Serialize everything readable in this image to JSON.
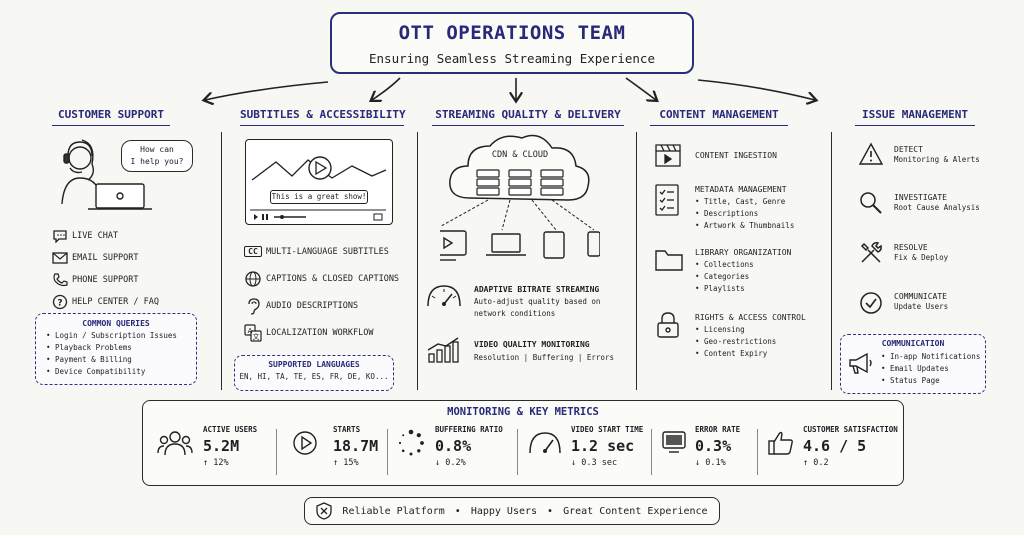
{
  "title": "OTT OPERATIONS TEAM",
  "subtitle": "Ensuring Seamless Streaming Experience",
  "customer_support": {
    "heading": "CUSTOMER SUPPORT",
    "bubble_line1": "How can",
    "bubble_line2": "I help you?",
    "items": [
      "LIVE CHAT",
      "EMAIL SUPPORT",
      "PHONE SUPPORT",
      "HELP CENTER / FAQ"
    ],
    "queries_title": "COMMON QUERIES",
    "queries": [
      "Login / Subscription Issues",
      "Playback Problems",
      "Payment & Billing",
      "Device Compatibility"
    ]
  },
  "subtitles": {
    "heading": "SUBTITLES & ACCESSIBILITY",
    "caption_text": "This is a great show!",
    "cc_label": "CC",
    "items": [
      "MULTI-LANGUAGE SUBTITLES",
      "CAPTIONS & CLOSED CAPTIONS",
      "AUDIO DESCRIPTIONS",
      "LOCALIZATION WORKFLOW"
    ],
    "languages_title": "SUPPORTED LANGUAGES",
    "languages": "EN, HI, TA, TE, ES, FR, DE, KO..."
  },
  "streaming": {
    "heading": "STREAMING QUALITY & DELIVERY",
    "cloud_label": "CDN & CLOUD",
    "abr_title": "ADAPTIVE BITRATE STREAMING",
    "abr_desc1": "Auto-adjust quality based on",
    "abr_desc2": "network conditions",
    "vqm_title": "VIDEO QUALITY MONITORING",
    "vqm_desc": "Resolution | Buffering | Errors"
  },
  "content": {
    "heading": "CONTENT MANAGEMENT",
    "ingestion": "CONTENT INGESTION",
    "metadata_title": "METADATA MANAGEMENT",
    "metadata_items": [
      "Title, Cast, Genre",
      "Descriptions",
      "Artwork & Thumbnails"
    ],
    "library_title": "LIBRARY ORGANIZATION",
    "library_items": [
      "Collections",
      "Categories",
      "Playlists"
    ],
    "rights_title": "RIGHTS & ACCESS CONTROL",
    "rights_items": [
      "Licensing",
      "Geo-restrictions",
      "Content Expiry"
    ]
  },
  "issues": {
    "heading": "ISSUE MANAGEMENT",
    "steps": [
      {
        "title": "DETECT",
        "desc": "Monitoring & Alerts"
      },
      {
        "title": "INVESTIGATE",
        "desc": "Root Cause Analysis"
      },
      {
        "title": "RESOLVE",
        "desc": "Fix & Deploy"
      },
      {
        "title": "COMMUNICATE",
        "desc": "Update Users"
      }
    ],
    "comm_title": "COMMUNICATION",
    "comm_items": [
      "In-app Notifications",
      "Email Updates",
      "Status Page"
    ]
  },
  "metrics": {
    "title": "MONITORING & KEY METRICS",
    "items": [
      {
        "label": "ACTIVE USERS",
        "value": "5.2M",
        "delta": "↑ 12%"
      },
      {
        "label": "STARTS",
        "value": "18.7M",
        "delta": "↑ 15%"
      },
      {
        "label": "BUFFERING RATIO",
        "value": "0.8%",
        "delta": "↓ 0.2%"
      },
      {
        "label": "VIDEO START TIME",
        "value": "1.2 sec",
        "delta": "↓ 0.3 sec"
      },
      {
        "label": "ERROR RATE",
        "value": "0.3%",
        "delta": "↓ 0.1%"
      },
      {
        "label": "CUSTOMER SATISFACTION",
        "value": "4.6 / 5",
        "delta": "↑ 0.2"
      }
    ]
  },
  "footer": {
    "items": [
      "Reliable Platform",
      "Happy Users",
      "Great Content Experience"
    ],
    "separator": "•"
  }
}
